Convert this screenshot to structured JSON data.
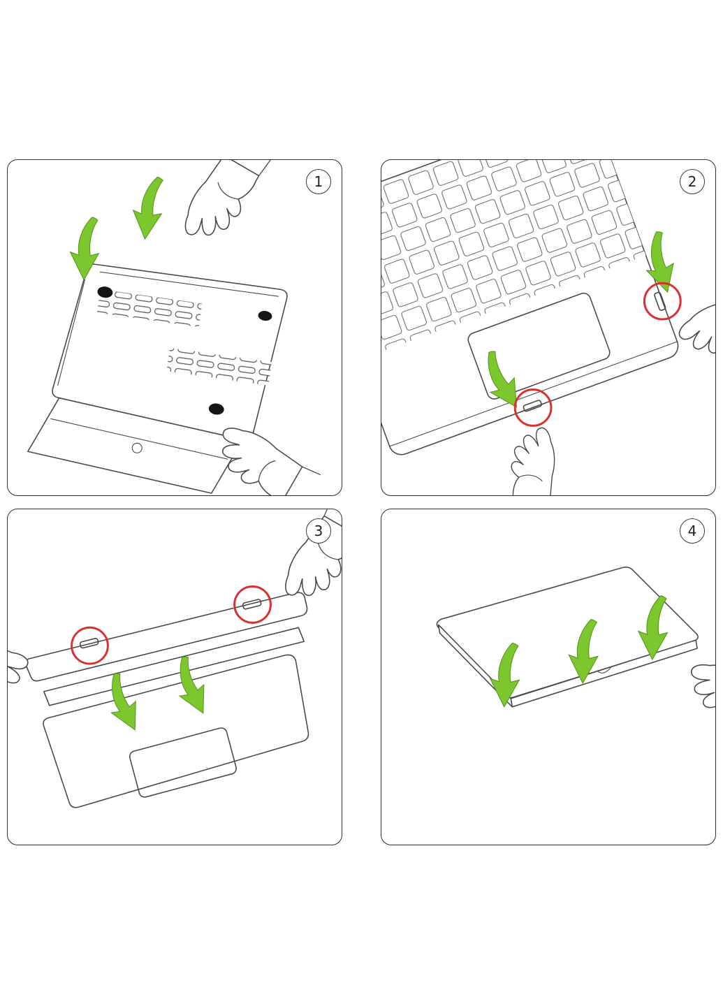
{
  "document": {
    "title": "laptop-case-installation-steps",
    "background": "#ffffff"
  },
  "colors": {
    "arrow_green": "#7cc62e",
    "arrow_green_dark": "#55961b",
    "clip_ring_red": "#d8312e",
    "line_art": "#4a4a4a",
    "panel_border": "#2e2e2e"
  },
  "panels": [
    {
      "number": "1",
      "green_arrows": 2,
      "red_circles": 0
    },
    {
      "number": "2",
      "green_arrows": 2,
      "red_circles": 2
    },
    {
      "number": "3",
      "green_arrows": 2,
      "red_circles": 2
    },
    {
      "number": "4",
      "green_arrows": 3,
      "red_circles": 0
    }
  ]
}
